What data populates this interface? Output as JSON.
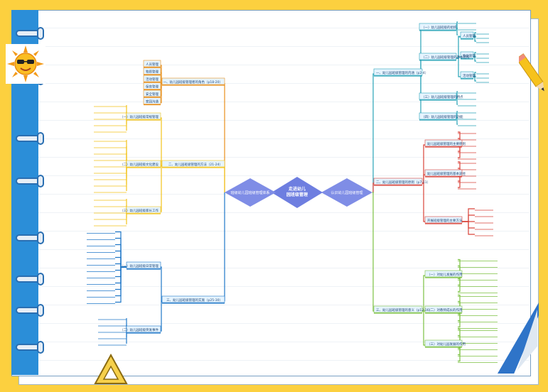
{
  "colors": {
    "background": "#fcd03f",
    "spine": "#2b8ed8",
    "center_fill": "#6e7ee0",
    "level1_fill": "#7f8de6",
    "branch_red": "#d9433a",
    "branch_orange": "#e8901c",
    "branch_yellow": "#f2c31a",
    "branch_blue": "#1f77c8",
    "branch_teal": "#29a3b8",
    "branch_green": "#7cc142",
    "label_fill": "#e6f4ff"
  },
  "mindmap": {
    "center": "走进幼儿园班级管理",
    "left_title": "班级幼儿园班级管理体系",
    "right_title": "认识幼儿园班级管理",
    "right": [
      {
        "label": "一、幼儿园班级管理的内涵（p2-4）",
        "subs": [
          {
            "label": "（一）幼儿园班级的组织",
            "leaves": []
          },
          {
            "label": "（二）幼儿园班级管理的基本结构",
            "leaves": [
              "人员管理",
              "物质管理",
              "活动管理"
            ]
          },
          {
            "label": "（三）幼儿园班级管理的特点",
            "leaves": []
          },
          {
            "label": "（四）幼儿园班级管理的功能",
            "leaves": []
          }
        ]
      },
      {
        "label": "二、幼儿园班级管理的原则（p7-11）",
        "subs": [
          {
            "label": "幼儿园班级管理的主要原则",
            "leaves": []
          },
          {
            "label": "幼儿园班级管理的基本途径",
            "leaves": []
          },
          {
            "label": "开展班级管理的主要方法",
            "leaves": []
          }
        ]
      },
      {
        "label": "三、幼儿园班级管理的意义（p12-16）",
        "subs": [
          {
            "label": "（一）对幼儿发展的作用",
            "leaves": []
          },
          {
            "label": "（二）对教师成长的作用",
            "leaves": []
          },
          {
            "label": "（三）对幼儿园发展的作用",
            "leaves": []
          }
        ]
      }
    ],
    "left": [
      {
        "label": "一、幼儿园班级管理者的角色（p18-20）",
        "leaves": [
          "人员管理",
          "物质管理",
          "活动管理",
          "保育管理",
          "安全管理",
          "家园沟通"
        ]
      },
      {
        "label": "二、幼儿园班级管理的方法（21-24）",
        "subs": [
          {
            "label": "（一）幼儿园班级常规管理",
            "leaves": []
          },
          {
            "label": "（二）幼儿园班级文化建设",
            "leaves": []
          },
          {
            "label": "（三）幼儿园班级家长工作",
            "leaves": []
          }
        ]
      },
      {
        "label": "三、幼儿园班级管理的实施（p25-30）",
        "subs": [
          {
            "label": "（一）幼儿园班级日常管理",
            "leaves": []
          },
          {
            "label": "（二）幼儿园班级突发事件",
            "leaves": []
          }
        ]
      }
    ]
  },
  "decorations": [
    "sun-sticker",
    "pencil",
    "triangle-ruler"
  ]
}
